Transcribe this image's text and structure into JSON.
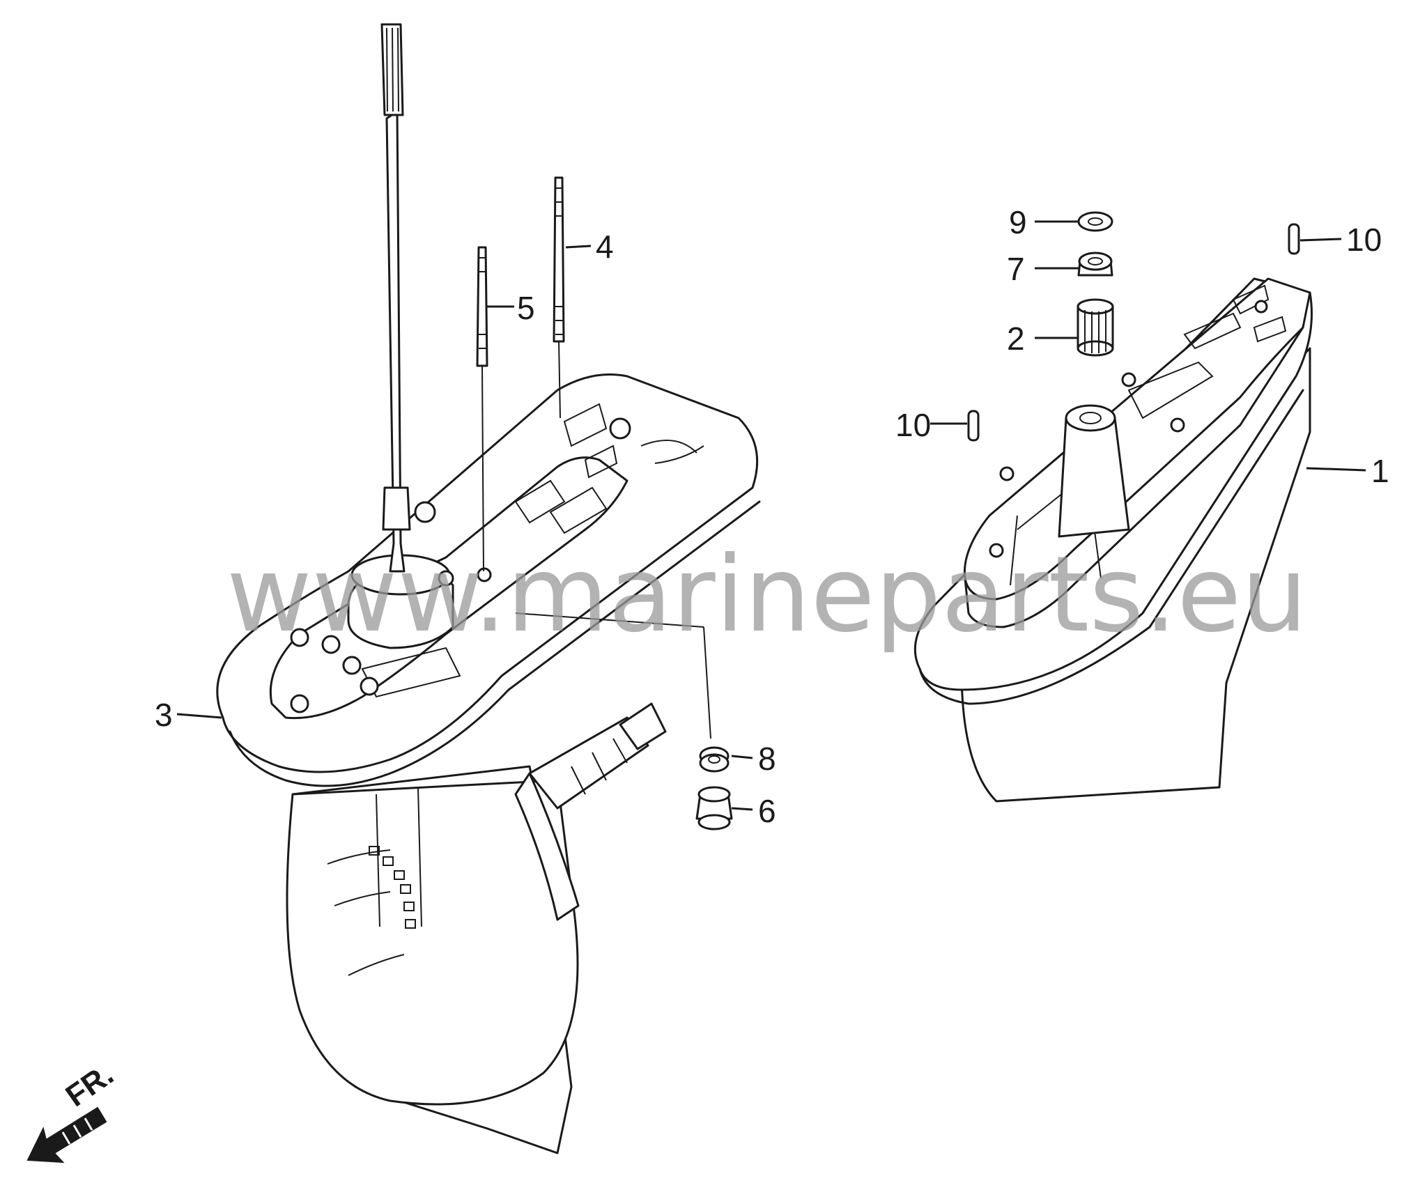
{
  "diagram": {
    "callouts": [
      {
        "id": "1",
        "label": "1"
      },
      {
        "id": "2",
        "label": "2"
      },
      {
        "id": "3",
        "label": "3"
      },
      {
        "id": "4",
        "label": "4"
      },
      {
        "id": "5",
        "label": "5"
      },
      {
        "id": "6",
        "label": "6"
      },
      {
        "id": "7",
        "label": "7"
      },
      {
        "id": "8",
        "label": "8"
      },
      {
        "id": "9",
        "label": "9"
      },
      {
        "id": "10a",
        "label": "10"
      },
      {
        "id": "10b",
        "label": "10"
      }
    ],
    "watermark": "www.marineparts.eu",
    "direction_label": "FR."
  },
  "colors": {
    "line": "#1a1a1a",
    "watermark": "#9a9a9a",
    "background": "#ffffff"
  }
}
